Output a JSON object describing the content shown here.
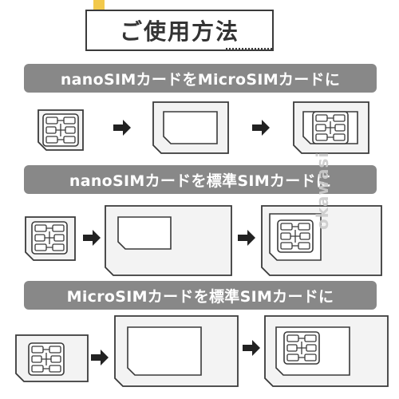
{
  "title": "ご使用方法",
  "watermark": "okawasi",
  "rows": [
    {
      "label": "nanoSIMカードをMicroSIMカードに"
    },
    {
      "label": "nanoSIMカードを標準SIMカードに"
    },
    {
      "label": "MicroSIMカードを標準SIMカードに"
    }
  ],
  "colors": {
    "banner": "#888888",
    "outline": "#3a3a3a",
    "title_accent": "#f2c94c"
  },
  "icons": [
    "nano-sim-card-icon",
    "micro-sim-adapter-icon",
    "standard-sim-adapter-icon",
    "arrow-right-icon"
  ]
}
